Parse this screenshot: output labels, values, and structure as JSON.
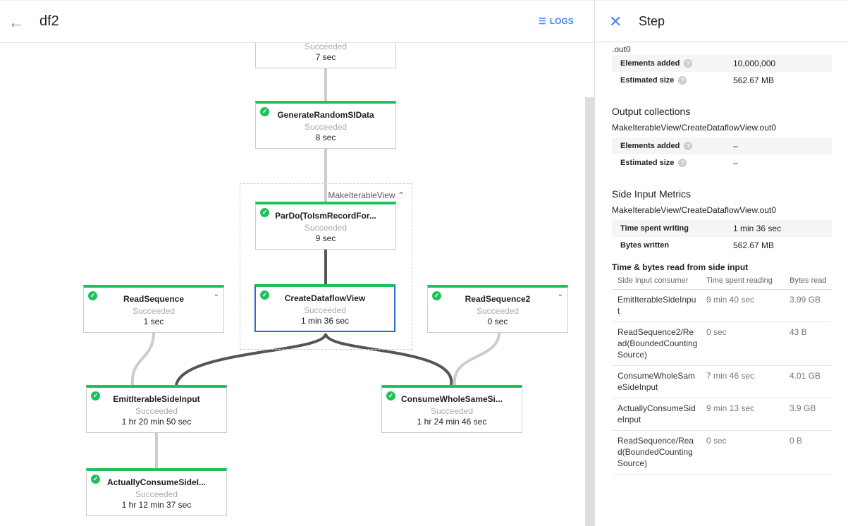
{
  "header": {
    "title": "df2",
    "logs_label": "LOGS"
  },
  "graph": {
    "group_label": "MakeIterableView",
    "nodes": [
      {
        "name": "",
        "status": "Succeeded",
        "duration": "7 sec"
      },
      {
        "name": "GenerateRandomSIData",
        "status": "Succeeded",
        "duration": "8 sec"
      },
      {
        "name": "ParDo(ToIsmRecordFor...",
        "status": "Succeeded",
        "duration": "9 sec"
      },
      {
        "name": "CreateDataflowView",
        "status": "Succeeded",
        "duration": "1 min 36 sec"
      },
      {
        "name": "ReadSequence",
        "status": "Succeeded",
        "duration": "1 sec"
      },
      {
        "name": "ReadSequence2",
        "status": "Succeeded",
        "duration": "0 sec"
      },
      {
        "name": "EmitIterableSideInput",
        "status": "Succeeded",
        "duration": "1 hr 20 min 50 sec"
      },
      {
        "name": "ConsumeWholeSameSi...",
        "status": "Succeeded",
        "duration": "1 hr 24 min 46 sec"
      },
      {
        "name": "ActuallyConsumeSideI...",
        "status": "Succeeded",
        "duration": "1 hr 12 min 37 sec"
      }
    ]
  },
  "panel": {
    "title": "Step",
    "input_cut": ".out0",
    "input_metrics": [
      {
        "label": "Elements added",
        "value": "10,000,000"
      },
      {
        "label": "Estimated size",
        "value": "562.67 MB"
      }
    ],
    "output_title": "Output collections",
    "output_name": "MakeIterableView/CreateDataflowView.out0",
    "output_metrics": [
      {
        "label": "Elements added",
        "value": "–"
      },
      {
        "label": "Estimated size",
        "value": "–"
      }
    ],
    "side_title": "Side Input Metrics",
    "side_name": "MakeIterableView/CreateDataflowView.out0",
    "side_metrics": [
      {
        "label": "Time spent writing",
        "value": "1 min 36 sec"
      },
      {
        "label": "Bytes written",
        "value": "562.67 MB"
      }
    ],
    "read_title": "Time & bytes read from side input",
    "columns": [
      "Side input consumer",
      "Time spent reading",
      "Bytes read"
    ],
    "rows": [
      [
        "EmitIterableSideInput",
        "9 min 40 sec",
        "3.99 GB"
      ],
      [
        "ReadSequence2/Read(BoundedCountingSource)",
        "0 sec",
        "43 B"
      ],
      [
        "ConsumeWholeSameSideInput",
        "7 min 46 sec",
        "4.01 GB"
      ],
      [
        "ActuallyConsumeSideInput",
        "9 min 13 sec",
        "3.9 GB"
      ],
      [
        "ReadSequence/Read(BoundedCountingSource)",
        "0 sec",
        "0 B"
      ]
    ]
  },
  "colors": {
    "accent": "#4285f4",
    "success": "#1ec15b",
    "selected": "#3367d6"
  }
}
